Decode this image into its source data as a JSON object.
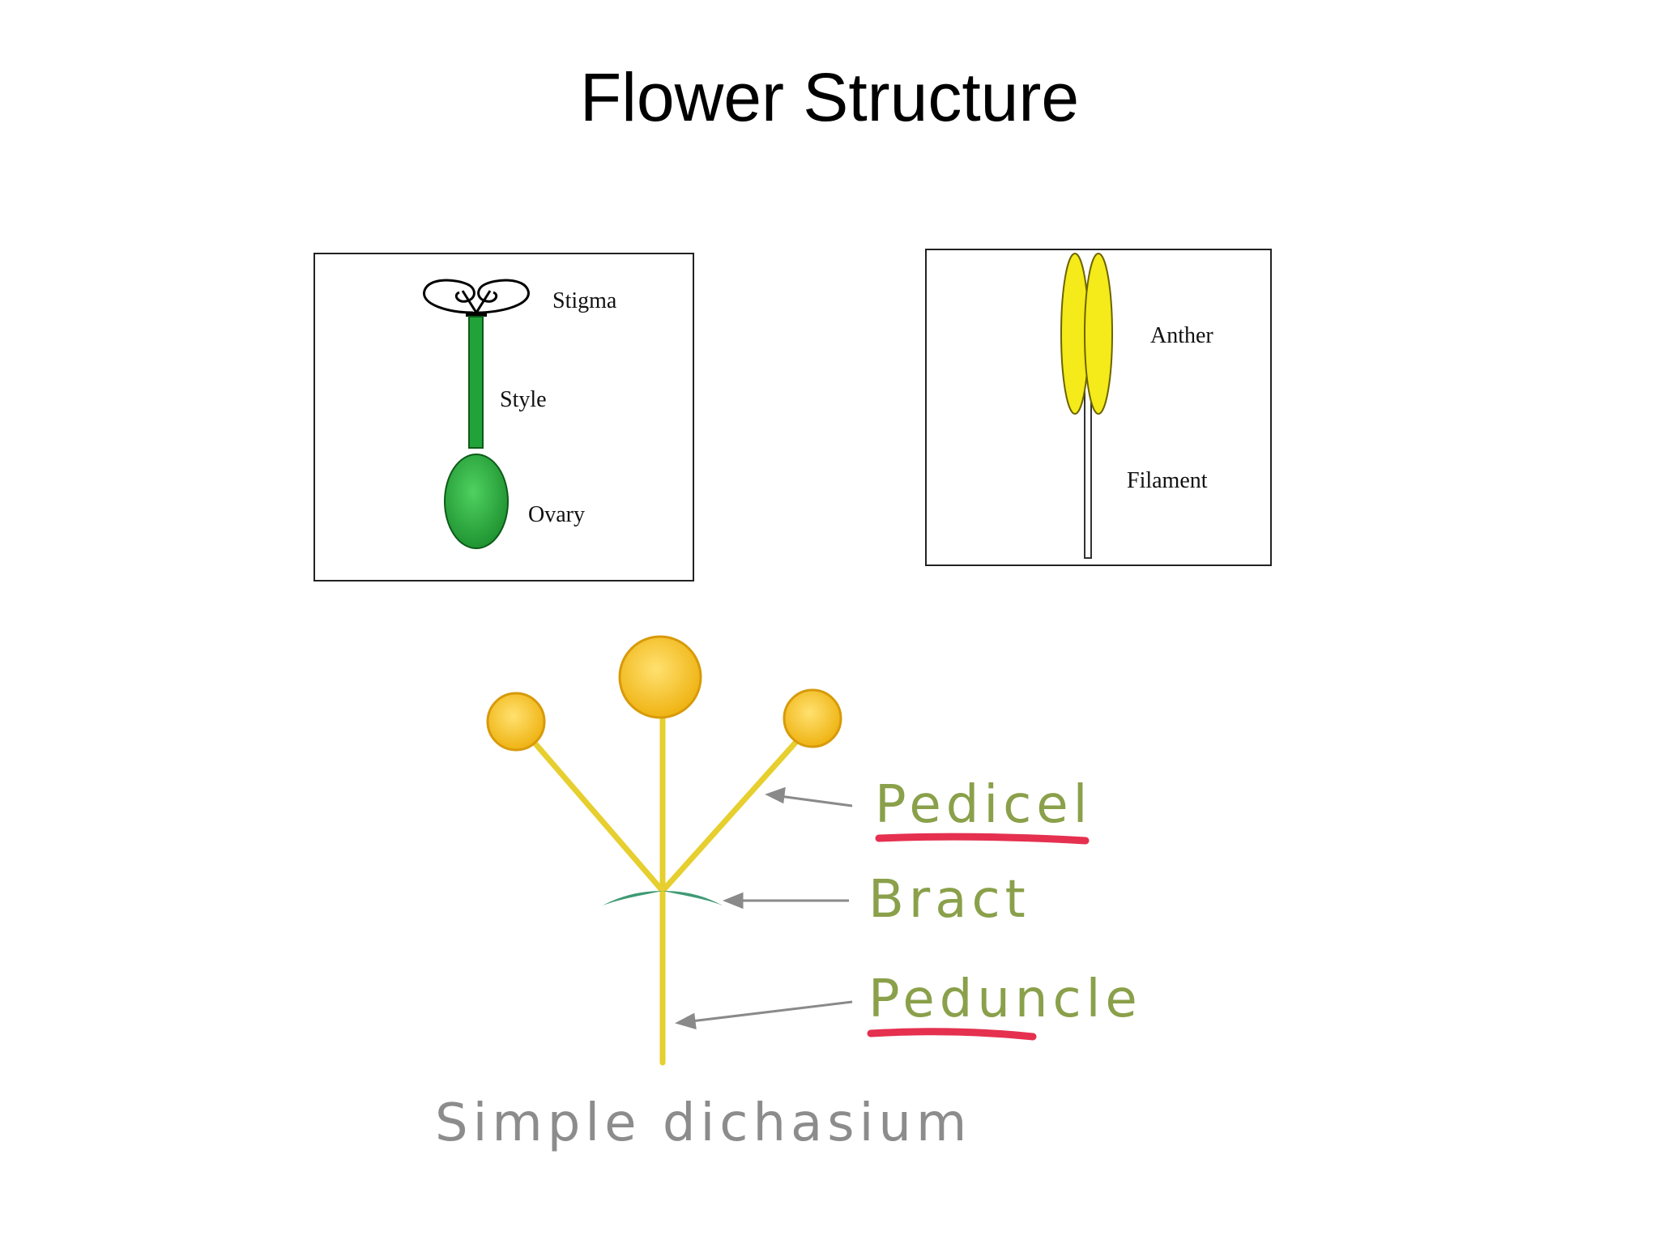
{
  "title": "Flower Structure",
  "pistil": {
    "stigma_label": "Stigma",
    "style_label": "Style",
    "ovary_label": "Ovary"
  },
  "stamen": {
    "anther_label": "Anther",
    "filament_label": "Filament"
  },
  "inflorescence": {
    "pedicel_label": "Pedicel",
    "bract_label": "Bract",
    "peduncle_label": "Peduncle",
    "caption": "Simple dichasium"
  },
  "colors": {
    "pistil_green": "#22a33a",
    "anther_yellow": "#f5ea1a",
    "flower_head": "#f2c21b",
    "stalk_yellow": "#e6cf2e",
    "label_green": "#8aa04a",
    "underline_red": "#e5304f",
    "bract_green": "#3f9a74",
    "caption_gray": "#8c8c8c"
  }
}
